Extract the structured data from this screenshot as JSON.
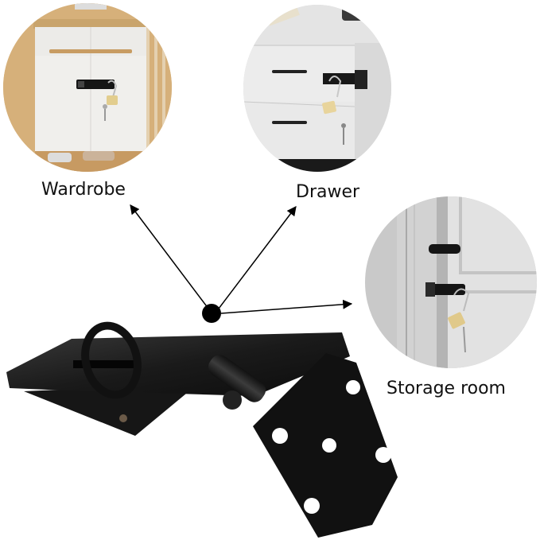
{
  "scenes": [
    {
      "id": "wardrobe",
      "label": "Wardrobe",
      "description": "White cabinet with wood frame, black hasp with brass padlock, shoes on lower shelf"
    },
    {
      "id": "drawer",
      "label": "Drawer",
      "description": "Grey drawer unit with black handles, black hasp with brass padlock and keys"
    },
    {
      "id": "storage-room",
      "label": "Storage room",
      "description": "Grey door with black handle, black hasp with brass padlock and keys"
    }
  ],
  "product": {
    "name": "Black hasp latch with staple loop",
    "hole_count": 5
  },
  "colors": {
    "background": "#ffffff",
    "arrow": "#000000",
    "hasp": "#141414",
    "padlock": "#d9c38a"
  }
}
